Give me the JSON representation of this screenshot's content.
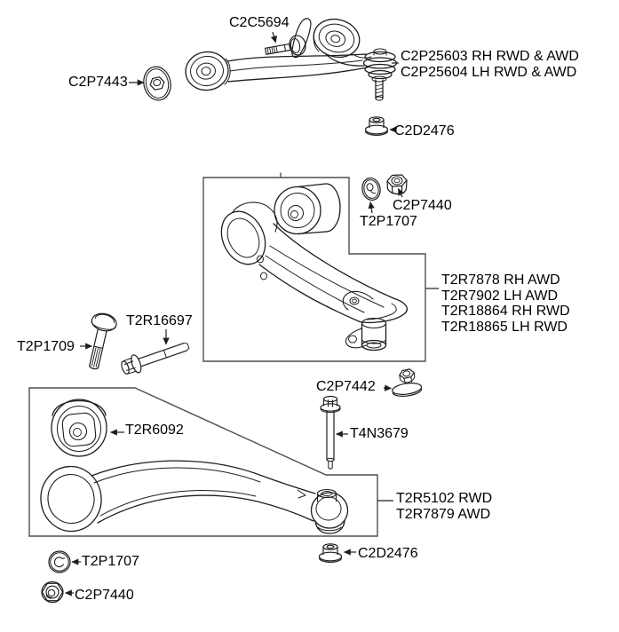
{
  "diagram": {
    "background": "#ffffff",
    "line_color": "#1d1d1d",
    "box_color": "#4f4f4f",
    "text_color": "#000000",
    "callouts": {
      "upper_arm_bolt": "C2C5694",
      "upper_arm_washer": "C2P7443",
      "upper_arm": [
        "C2P25603 RH RWD & AWD",
        "C2P25604 LH RWD & AWD"
      ],
      "upper_balljoint_nut": "C2D2476",
      "front_lower_washer": "T2P1707",
      "front_lower_nut": "C2P7440",
      "front_lower_arm": [
        "T2R7878 RH AWD",
        "T2R7902 LH AWD",
        "T2R18864 RH RWD",
        "T2R18865 LH RWD"
      ],
      "front_lower_bolt_short": "T2P1709",
      "front_lower_bolt_long": "T2R16697",
      "rear_lower_bushing": "T2R6092",
      "rear_lower_cam_washer": "C2P7442",
      "rear_lower_bolt": "T4N3679",
      "rear_lower_arm": [
        "T2R5102 RWD",
        "T2R7879 AWD"
      ],
      "rear_balljoint_nut": "C2D2476",
      "rear_lower_washer": "T2P1707",
      "rear_lower_nut": "C2P7440"
    }
  }
}
